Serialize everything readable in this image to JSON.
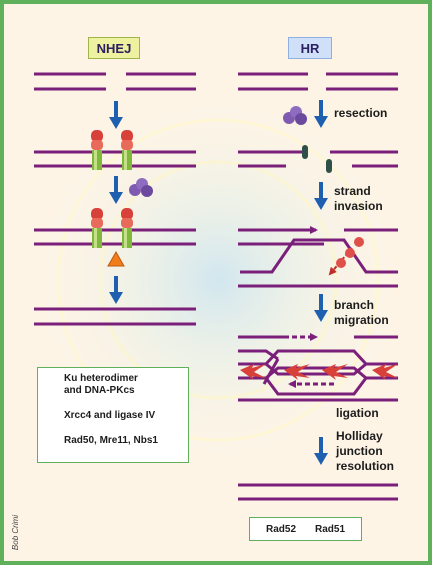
{
  "headers": {
    "nhej": "NHEJ",
    "hr": "HR"
  },
  "steps": {
    "resection": "resection",
    "strand_invasion": "strand\ninvasion",
    "branch_migration": "branch\nmigration",
    "ligation": "ligation",
    "holliday": "Holliday\njunction\nresolution"
  },
  "legend": {
    "ku": "Ku heterodimer\nand DNA-PKcs",
    "xrcc4": "Xrcc4 and ligase IV",
    "rad50": "Rad50, Mre11, Nbs1"
  },
  "rad_legend": {
    "rad52": "Rad52",
    "rad51": "Rad51"
  },
  "credit": "Bob Crimi",
  "colors": {
    "dna": "#7a1f7a",
    "arrow": "#1f5fb0",
    "border": "#5eb05a",
    "ku_red": "#d8403a",
    "ku_green": "#7fb83a",
    "rad50_purple": "#7e5ab0",
    "xrcc4_orange": "#f07d1a",
    "rad52": "#2f4f4a",
    "rad51": "#e0504a"
  }
}
